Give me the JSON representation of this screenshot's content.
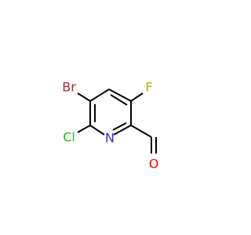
{
  "atoms": {
    "br": {
      "label": "Br",
      "color": "#a52a2a"
    },
    "cl": {
      "label": "Cl",
      "color": "#1fbf1f"
    },
    "n": {
      "label": "N",
      "color": "#2f2fd9"
    },
    "f": {
      "label": "F",
      "color": "#b3b300"
    },
    "o": {
      "label": "O",
      "color": "#ff0000"
    }
  },
  "bond_color": "#000000"
}
